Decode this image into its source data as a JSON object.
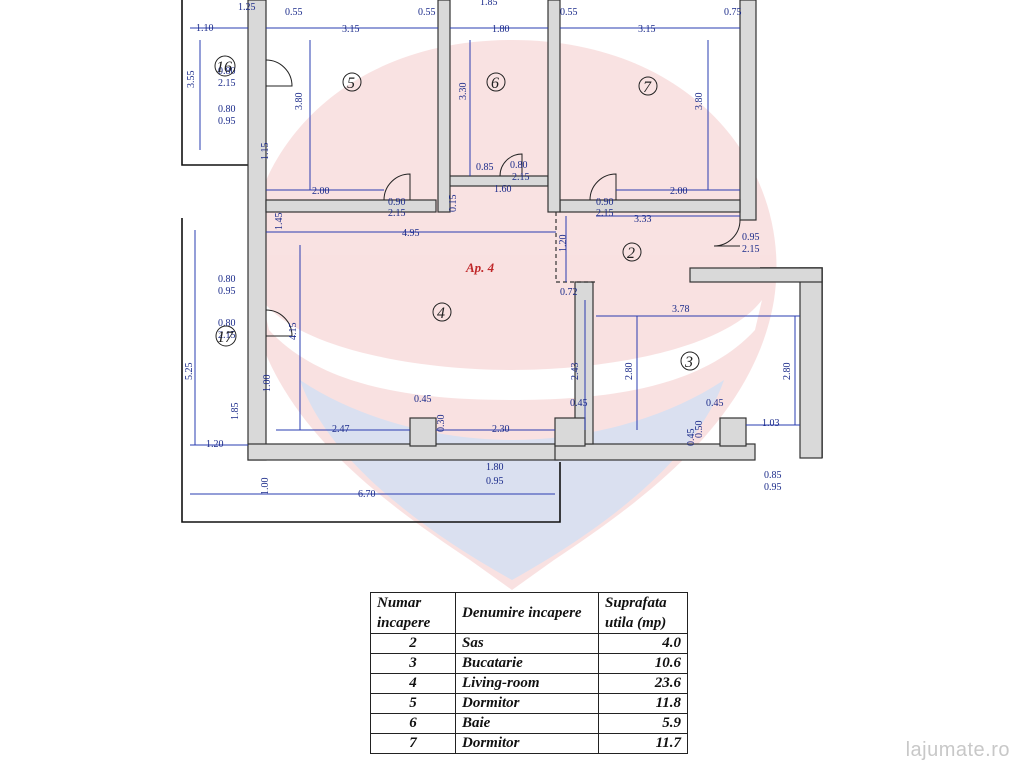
{
  "plan": {
    "apartment_label": "Ap. 4",
    "rooms": [
      "2",
      "3",
      "4",
      "5",
      "6",
      "7",
      "16",
      "17"
    ],
    "dimensions": [
      "1.10",
      "1.25",
      "0.55",
      "0.55",
      "0.55",
      "1.85",
      "0.75",
      "3.15",
      "1.80",
      "3.15",
      "3.55",
      "0.80",
      "2.15",
      "3.80",
      "3.30",
      "3.80",
      "0.80",
      "0.95",
      "1.15",
      "0.85",
      "0.80",
      "2.15",
      "2.00",
      "0.90",
      "2.15",
      "1.60",
      "0.90",
      "2.15",
      "2.00",
      "0.15",
      "1.45",
      "3.33",
      "4.95",
      "1.20",
      "0.95",
      "2.15",
      "0.80",
      "0.95",
      "0.72",
      "3.78",
      "0.80",
      "2.15",
      "4.15",
      "5.25",
      "2.43",
      "2.80",
      "2.80",
      "1.00",
      "0.45",
      "0.45",
      "0.45",
      "0.45",
      "1.85",
      "2.47",
      "0.30",
      "2.30",
      "0.50",
      "1.03",
      "1.20",
      "1.80",
      "0.95",
      "0.85",
      "0.95",
      "1.00",
      "6.70"
    ]
  },
  "table": {
    "headers": [
      "Numar incapere",
      "Denumire incapere",
      "Suprafata utila (mp)"
    ],
    "rows": [
      {
        "num": "2",
        "name": "Sas",
        "area": "4.0"
      },
      {
        "num": "3",
        "name": "Bucatarie",
        "area": "10.6"
      },
      {
        "num": "4",
        "name": "Living-room",
        "area": "23.6"
      },
      {
        "num": "5",
        "name": "Dormitor",
        "area": "11.8"
      },
      {
        "num": "6",
        "name": "Baie",
        "area": "5.9"
      },
      {
        "num": "7",
        "name": "Dormitor",
        "area": "11.7"
      }
    ]
  },
  "watermark": "lajumate.ro",
  "colors": {
    "dimension": "#1a2a8a",
    "apartment": "#c0282a",
    "wall": "#d9d9d9"
  }
}
